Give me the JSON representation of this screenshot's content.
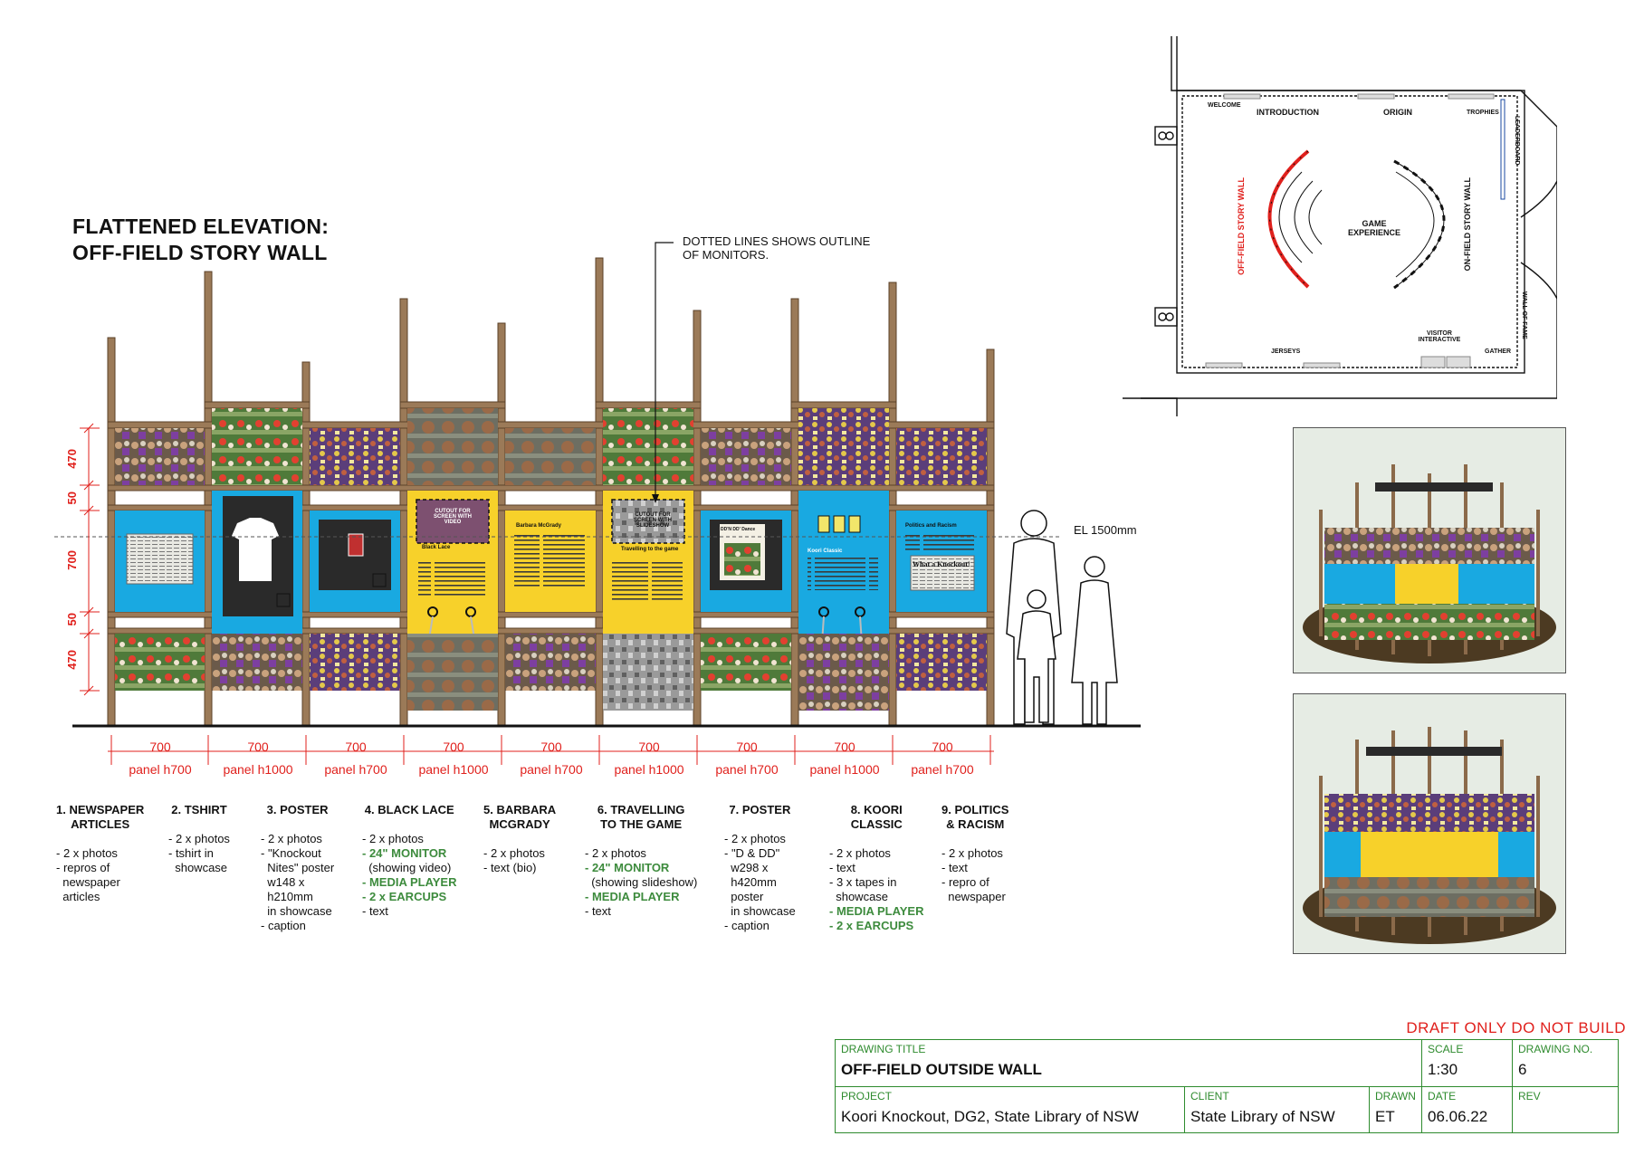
{
  "drawing": {
    "title_line1": "FLATTENED ELEVATION:",
    "title_line2": "OFF-FIELD STORY WALL",
    "note_line1": "DOTTED LINES SHOWS OUTLINE",
    "note_line2": "OF MONITORS.",
    "el_label": "EL 1500mm"
  },
  "vertical_dims": [
    "470",
    "50",
    "700",
    "50",
    "470"
  ],
  "panel_texts": {
    "black_lace_title": "Black Lace",
    "black_lace_cutout": "CUTOUT FOR SCREEN WITH VIDEO",
    "barbara_title": "Barbara McGrady",
    "travel_title": "Travelling to the game",
    "travel_cutout": "CUTOUT FOR SCREEN WITH SLIDESHOW",
    "koori_title": "Koori Classic",
    "politics_title": "Politics and Racism",
    "newspaper_headline": "What a Knockout!",
    "poster_text": "DD'N DD' Dance"
  },
  "bays": [
    {
      "width": "700",
      "panel": "panel h700"
    },
    {
      "width": "700",
      "panel": "panel h1000"
    },
    {
      "width": "700",
      "panel": "panel h700"
    },
    {
      "width": "700",
      "panel": "panel h1000"
    },
    {
      "width": "700",
      "panel": "panel h700"
    },
    {
      "width": "700",
      "panel": "panel h1000"
    },
    {
      "width": "700",
      "panel": "panel h700"
    },
    {
      "width": "700",
      "panel": "panel h1000"
    },
    {
      "width": "700",
      "panel": "panel h700"
    }
  ],
  "items": [
    {
      "heading": "1. NEWSPAPER\nARTICLES",
      "lines": [
        [
          "- 2 x photos",
          false
        ],
        [
          "- repros of",
          false
        ],
        [
          "  newspaper",
          false
        ],
        [
          "  articles",
          false
        ]
      ]
    },
    {
      "heading": "2. TSHIRT",
      "lines": [
        [
          "- 2 x photos",
          false
        ],
        [
          "- tshirt in",
          false
        ],
        [
          "  showcase",
          false
        ]
      ]
    },
    {
      "heading": "3. POSTER",
      "lines": [
        [
          "- 2 x photos",
          false
        ],
        [
          "- \"Knockout",
          false
        ],
        [
          "  Nites\" poster",
          false
        ],
        [
          "  w148 x",
          false
        ],
        [
          "  h210mm",
          false
        ],
        [
          "  in showcase",
          false
        ],
        [
          "- caption",
          false
        ]
      ]
    },
    {
      "heading": "4. BLACK LACE",
      "lines": [
        [
          "- 2 x photos",
          false
        ],
        [
          "- 24\" MONITOR",
          true
        ],
        [
          "  (showing video)",
          false
        ],
        [
          "- MEDIA PLAYER",
          true
        ],
        [
          "- 2 x EARCUPS",
          true
        ],
        [
          "- text",
          false
        ]
      ]
    },
    {
      "heading": "5. BARBARA\nMCGRADY",
      "lines": [
        [
          "- 2 x photos",
          false
        ],
        [
          "- text (bio)",
          false
        ]
      ]
    },
    {
      "heading": "6. TRAVELLING\nTO THE GAME",
      "lines": [
        [
          "- 2 x photos",
          false
        ],
        [
          "- 24\" MONITOR",
          true
        ],
        [
          "  (showing slideshow)",
          false
        ],
        [
          "- MEDIA PLAYER",
          true
        ],
        [
          "- text",
          false
        ]
      ]
    },
    {
      "heading": "7. POSTER",
      "lines": [
        [
          "- 2 x photos",
          false
        ],
        [
          "- \"D & DD\"",
          false
        ],
        [
          "  w298 x",
          false
        ],
        [
          "  h420mm",
          false
        ],
        [
          "  poster",
          false
        ],
        [
          "  in showcase",
          false
        ],
        [
          "- caption",
          false
        ]
      ]
    },
    {
      "heading": "8. KOORI\nCLASSIC",
      "lines": [
        [
          "- 2 x photos",
          false
        ],
        [
          "- text",
          false
        ],
        [
          "- 3 x tapes in",
          false
        ],
        [
          "  showcase",
          false
        ],
        [
          "- MEDIA PLAYER",
          true
        ],
        [
          "- 2 x EARCUPS",
          true
        ]
      ]
    },
    {
      "heading": "9. POLITICS\n& RACISM",
      "lines": [
        [
          "- 2 x photos",
          false
        ],
        [
          "- text",
          false
        ],
        [
          "- repro of",
          false
        ],
        [
          "  newspaper",
          false
        ]
      ]
    }
  ],
  "plan": {
    "welcome": "WELCOME",
    "introduction": "INTRODUCTION",
    "origin": "ORIGIN",
    "trophies": "TROPHIES",
    "leaderboard": "LEADERBOARD",
    "off_field": "OFF-FIELD STORY WALL",
    "on_field": "ON-FIELD STORY WALL",
    "game_exp_1": "GAME",
    "game_exp_2": "EXPERIENCE",
    "wall_of_fame": "WALL OF FAME",
    "visitor_1": "VISITOR",
    "visitor_2": "INTERACTIVE",
    "jerseys": "JERSEYS",
    "gather": "GATHER"
  },
  "draft_notice": "DRAFT ONLY DO NOT BUILD",
  "title_block": {
    "drawing_title_label": "DRAWING TITLE",
    "drawing_title": "OFF-FIELD OUTSIDE WALL",
    "scale_label": "SCALE",
    "scale": "1:30",
    "drawing_no_label": "DRAWING NO.",
    "drawing_no": "6",
    "project_label": "PROJECT",
    "project": "Koori Knockout, DG2, State Library of NSW",
    "client_label": "CLIENT",
    "client": "State Library of NSW",
    "drawn_label": "DRAWN",
    "drawn": "ET",
    "date_label": "DATE",
    "date": "06.06.22",
    "rev_label": "REV",
    "rev": ""
  },
  "colors": {
    "timber": "#8b6a4a",
    "blue_panel": "#19a9e1",
    "yellow_panel": "#f7d12a",
    "red_dim": "#e0201c",
    "green": "#2e8b2e"
  }
}
